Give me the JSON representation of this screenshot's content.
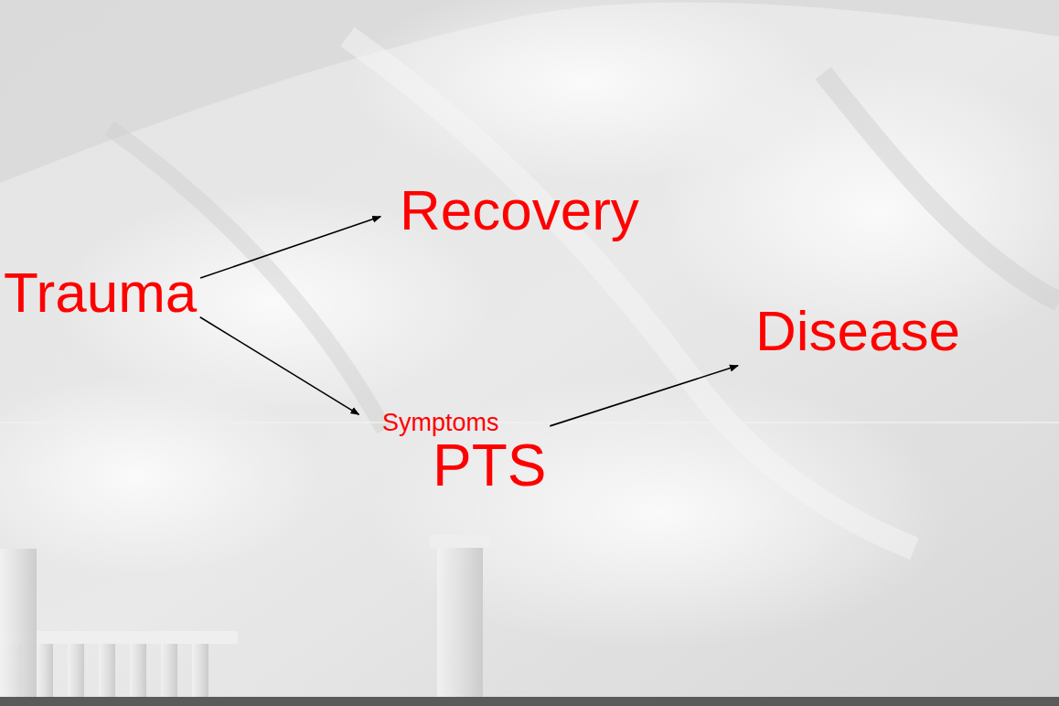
{
  "diagram": {
    "nodes": [
      {
        "text": [
          "Trauma"
        ]
      },
      {
        "text": [
          "Recovery"
        ]
      },
      {
        "text": [
          "Symptoms",
          "PTS"
        ]
      },
      {
        "text": [
          "Disease"
        ]
      }
    ],
    "edges": [
      {
        "from": 0,
        "to": 1,
        "arrow": "to"
      },
      {
        "from": 0,
        "to": 2,
        "arrow": "to"
      },
      {
        "from": 2,
        "to": 3,
        "arrow": "to"
      }
    ]
  }
}
